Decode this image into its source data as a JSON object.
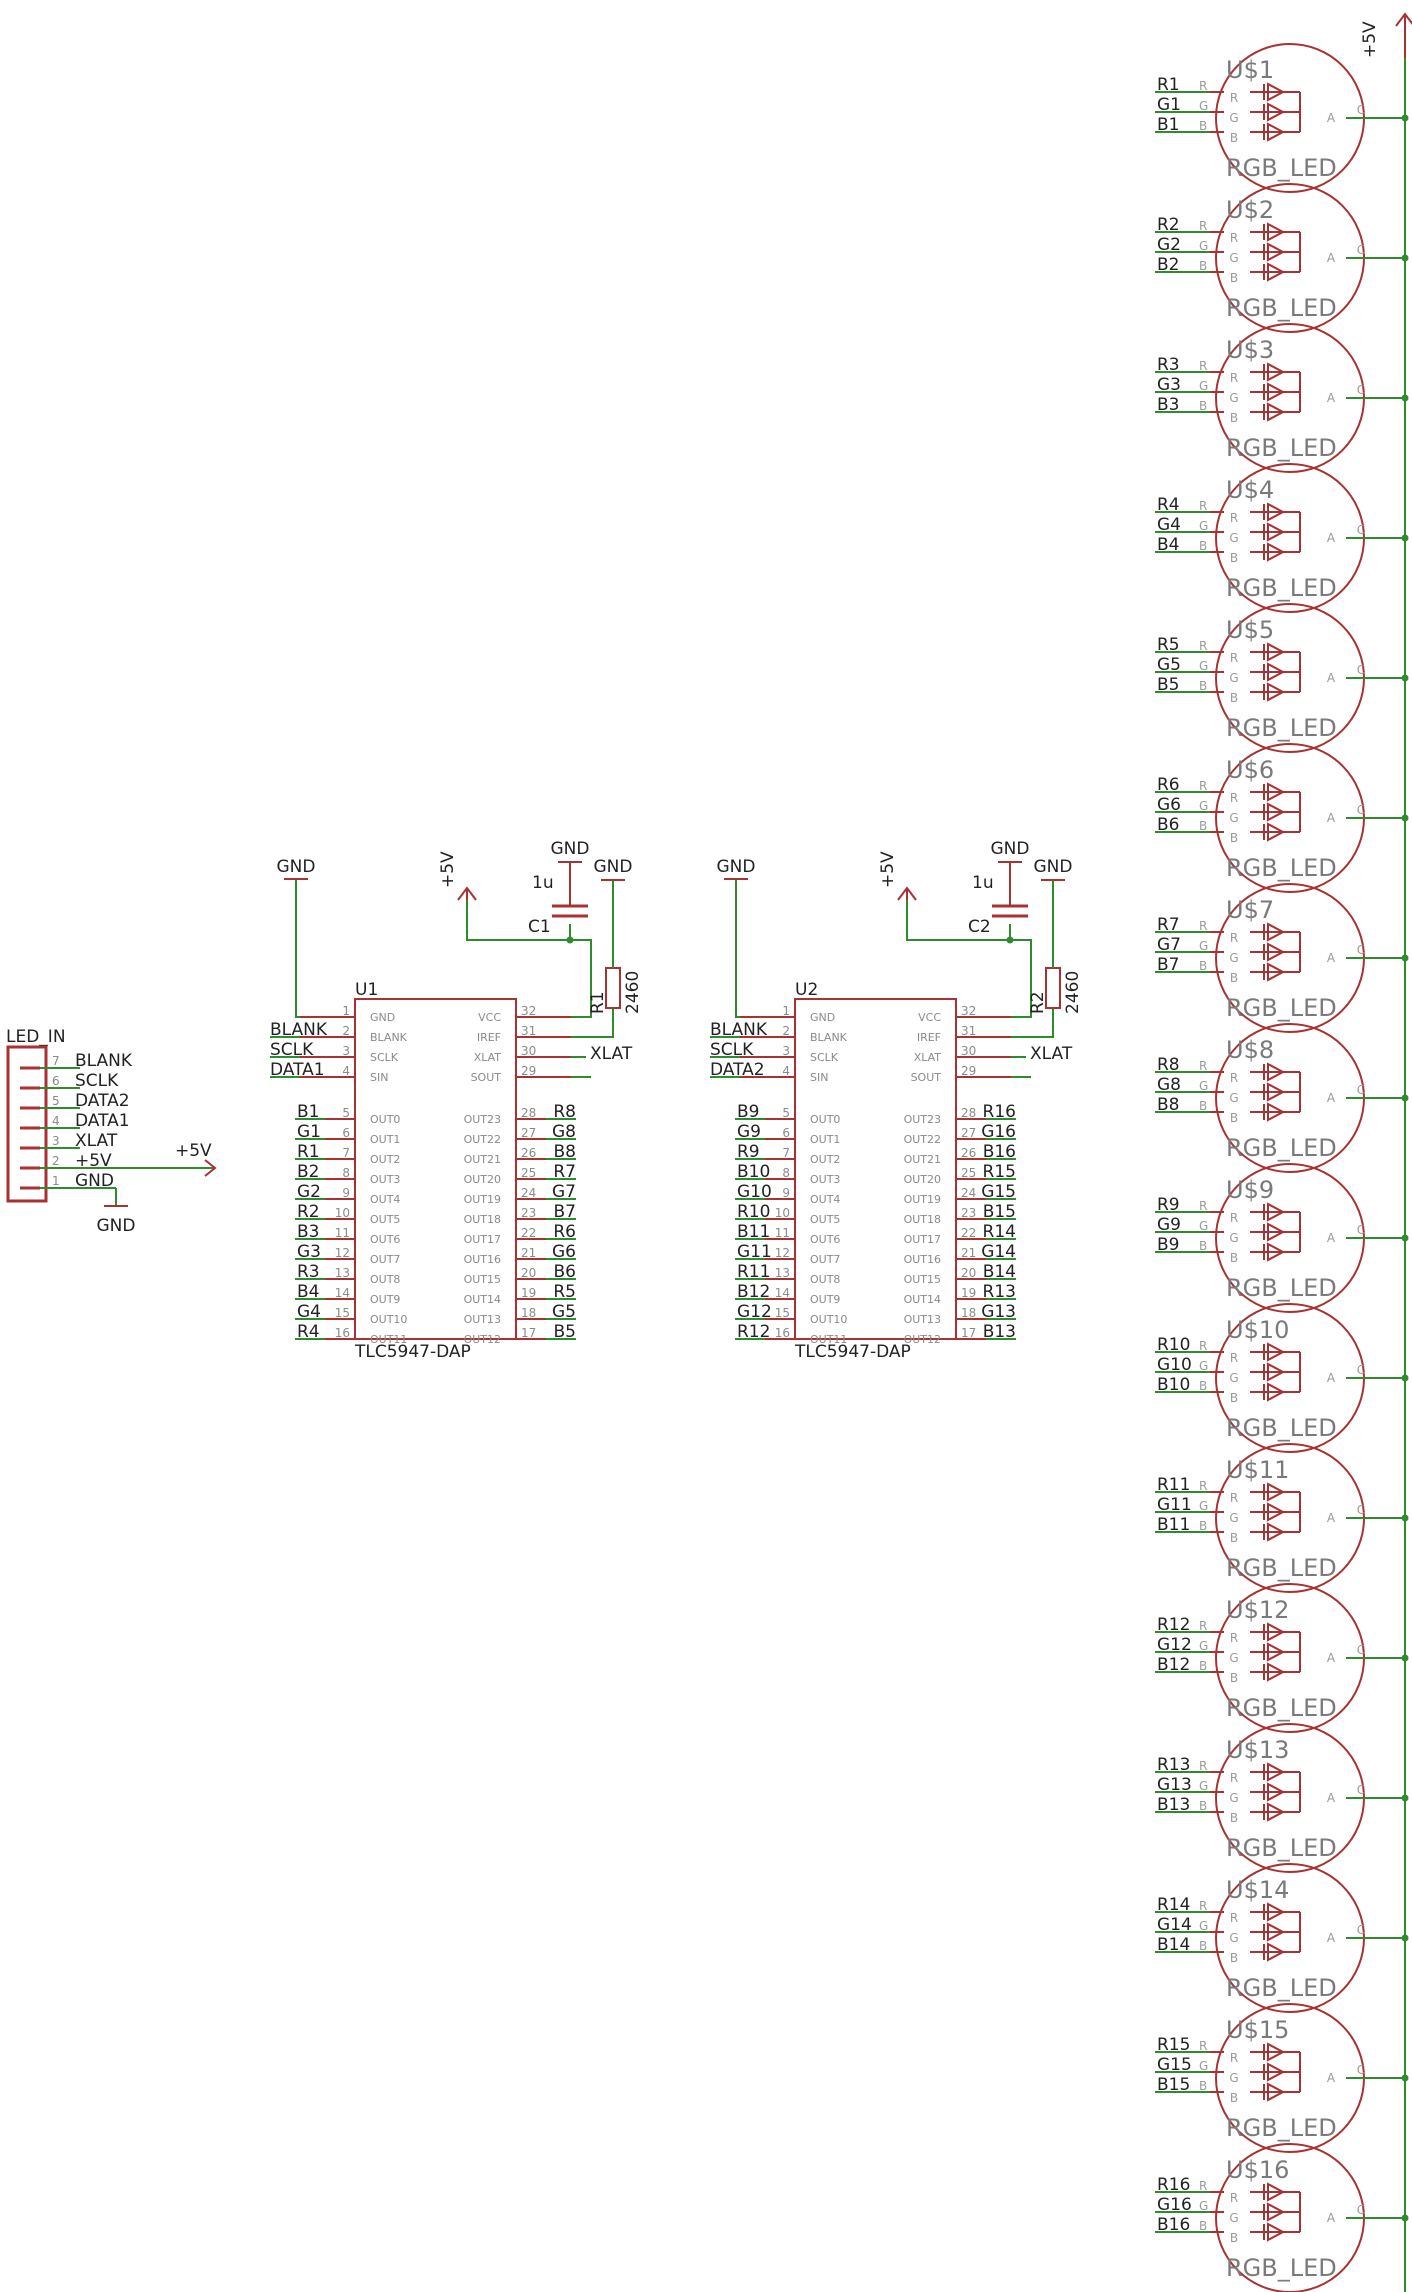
{
  "colors": {
    "wire": "#2e8b2e",
    "symbol": "#a83232",
    "text": "#222222",
    "pin": "#8a8a8a"
  },
  "connector": {
    "name": "LED_IN",
    "pins": [
      {
        "num": "7",
        "label": "BLANK"
      },
      {
        "num": "6",
        "label": "SCLK"
      },
      {
        "num": "5",
        "label": "DATA2"
      },
      {
        "num": "4",
        "label": "DATA1"
      },
      {
        "num": "3",
        "label": "XLAT"
      },
      {
        "num": "2",
        "label": "+5V"
      },
      {
        "num": "1",
        "label": "GND"
      }
    ],
    "supply_label": "+5V",
    "ground_label": "GND"
  },
  "drivers": [
    {
      "name": "U1",
      "part": "TLC5947-DAP",
      "cap_name": "C1",
      "cap_value": "1u",
      "res_name": "R1",
      "res_value": "2460",
      "gnd_label": "GND",
      "supply_label": "+5V",
      "cap_gnd_label": "GND",
      "res_gnd_label": "GND",
      "xlat_net": "XLAT",
      "ctrl_nets": [
        "BLANK",
        "SCLK",
        "DATA1"
      ],
      "left_nets": [
        "B1",
        "G1",
        "R1",
        "B2",
        "G2",
        "R2",
        "B3",
        "G3",
        "R3",
        "B4",
        "G4",
        "R4"
      ],
      "right_nets": [
        "R8",
        "G8",
        "B8",
        "R7",
        "G7",
        "B7",
        "R6",
        "G6",
        "B6",
        "R5",
        "G5",
        "B5"
      ]
    },
    {
      "name": "U2",
      "part": "TLC5947-DAP",
      "cap_name": "C2",
      "cap_value": "1u",
      "res_name": "R2",
      "res_value": "2460",
      "gnd_label": "GND",
      "supply_label": "+5V",
      "cap_gnd_label": "GND",
      "res_gnd_label": "GND",
      "xlat_net": "XLAT",
      "ctrl_nets": [
        "BLANK",
        "SCLK",
        "DATA2"
      ],
      "left_nets": [
        "B9",
        "G9",
        "R9",
        "B10",
        "G10",
        "R10",
        "B11",
        "G11",
        "R11",
        "B12",
        "G12",
        "R12"
      ],
      "right_nets": [
        "R16",
        "G16",
        "B16",
        "R15",
        "G15",
        "B15",
        "R14",
        "G14",
        "B14",
        "R13",
        "G13",
        "B13"
      ]
    }
  ],
  "ic_pins": {
    "ctrl_left": [
      {
        "num": "1",
        "name": "GND"
      },
      {
        "num": "2",
        "name": "BLANK"
      },
      {
        "num": "3",
        "name": "SCLK"
      },
      {
        "num": "4",
        "name": "SIN"
      }
    ],
    "ctrl_right": [
      {
        "num": "32",
        "name": "VCC"
      },
      {
        "num": "31",
        "name": "IREF"
      },
      {
        "num": "30",
        "name": "XLAT"
      },
      {
        "num": "29",
        "name": "SOUT"
      }
    ],
    "out_left": [
      {
        "num": "5",
        "name": "OUT0"
      },
      {
        "num": "6",
        "name": "OUT1"
      },
      {
        "num": "7",
        "name": "OUT2"
      },
      {
        "num": "8",
        "name": "OUT3"
      },
      {
        "num": "9",
        "name": "OUT4"
      },
      {
        "num": "10",
        "name": "OUT5"
      },
      {
        "num": "11",
        "name": "OUT6"
      },
      {
        "num": "12",
        "name": "OUT7"
      },
      {
        "num": "13",
        "name": "OUT8"
      },
      {
        "num": "14",
        "name": "OUT9"
      },
      {
        "num": "15",
        "name": "OUT10"
      },
      {
        "num": "16",
        "name": "OUT11"
      }
    ],
    "out_right": [
      {
        "num": "28",
        "name": "OUT23"
      },
      {
        "num": "27",
        "name": "OUT22"
      },
      {
        "num": "26",
        "name": "OUT21"
      },
      {
        "num": "25",
        "name": "OUT20"
      },
      {
        "num": "24",
        "name": "OUT19"
      },
      {
        "num": "23",
        "name": "OUT18"
      },
      {
        "num": "22",
        "name": "OUT17"
      },
      {
        "num": "21",
        "name": "OUT16"
      },
      {
        "num": "20",
        "name": "OUT15"
      },
      {
        "num": "19",
        "name": "OUT14"
      },
      {
        "num": "18",
        "name": "OUT13"
      },
      {
        "num": "17",
        "name": "OUT12"
      }
    ]
  },
  "led_supply_label": "+5V",
  "led_pin_names": [
    "R",
    "G",
    "B",
    "A",
    "C"
  ],
  "leds": [
    {
      "name": "U$1",
      "part": "RGB_LED",
      "nets": [
        "R1",
        "G1",
        "B1"
      ]
    },
    {
      "name": "U$2",
      "part": "RGB_LED",
      "nets": [
        "R2",
        "G2",
        "B2"
      ]
    },
    {
      "name": "U$3",
      "part": "RGB_LED",
      "nets": [
        "R3",
        "G3",
        "B3"
      ]
    },
    {
      "name": "U$4",
      "part": "RGB_LED",
      "nets": [
        "R4",
        "G4",
        "B4"
      ]
    },
    {
      "name": "U$5",
      "part": "RGB_LED",
      "nets": [
        "R5",
        "G5",
        "B5"
      ]
    },
    {
      "name": "U$6",
      "part": "RGB_LED",
      "nets": [
        "R6",
        "G6",
        "B6"
      ]
    },
    {
      "name": "U$7",
      "part": "RGB_LED",
      "nets": [
        "R7",
        "G7",
        "B7"
      ]
    },
    {
      "name": "U$8",
      "part": "RGB_LED",
      "nets": [
        "R8",
        "G8",
        "B8"
      ]
    },
    {
      "name": "U$9",
      "part": "RGB_LED",
      "nets": [
        "R9",
        "G9",
        "B9"
      ]
    },
    {
      "name": "U$10",
      "part": "RGB_LED",
      "nets": [
        "R10",
        "G10",
        "B10"
      ]
    },
    {
      "name": "U$11",
      "part": "RGB_LED",
      "nets": [
        "R11",
        "G11",
        "B11"
      ]
    },
    {
      "name": "U$12",
      "part": "RGB_LED",
      "nets": [
        "R12",
        "G12",
        "B12"
      ]
    },
    {
      "name": "U$13",
      "part": "RGB_LED",
      "nets": [
        "R13",
        "G13",
        "B13"
      ]
    },
    {
      "name": "U$14",
      "part": "RGB_LED",
      "nets": [
        "R14",
        "G14",
        "B14"
      ]
    },
    {
      "name": "U$15",
      "part": "RGB_LED",
      "nets": [
        "R15",
        "G15",
        "B15"
      ]
    },
    {
      "name": "U$16",
      "part": "RGB_LED",
      "nets": [
        "R16",
        "G16",
        "B16"
      ]
    }
  ]
}
